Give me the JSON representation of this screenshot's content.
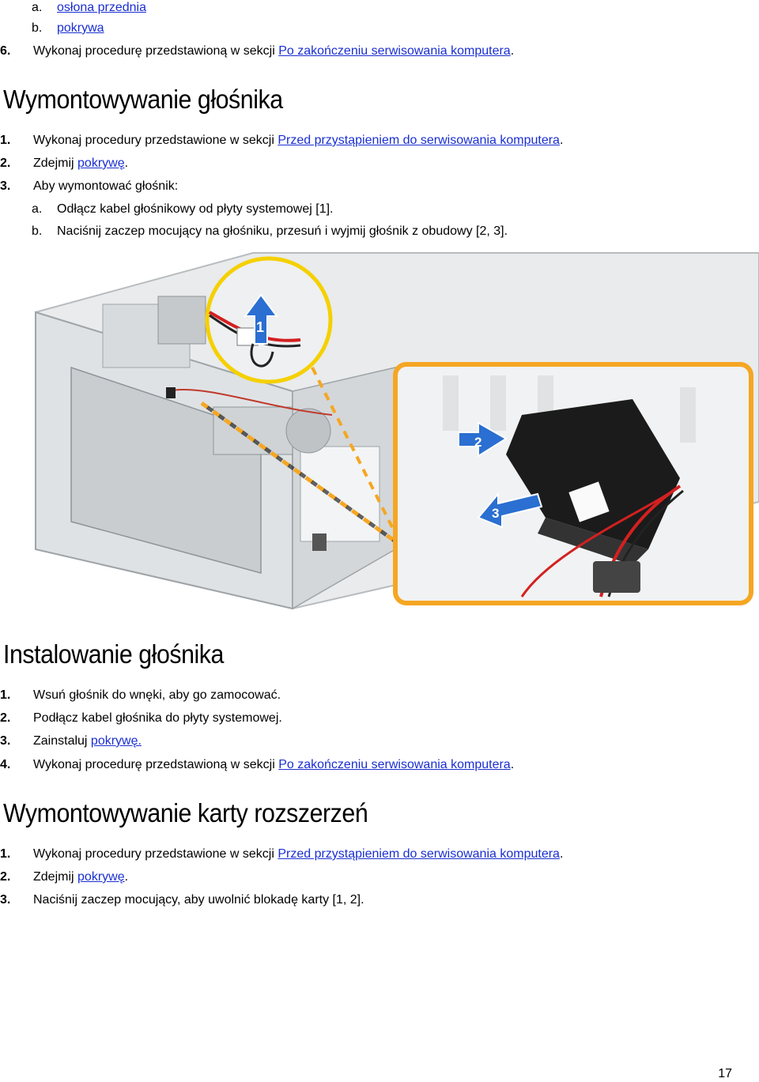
{
  "top_list": {
    "a_label": "a.",
    "a_link": "osłona przednia",
    "b_label": "b.",
    "b_link": "pokrywa",
    "step6_num": "6.",
    "step6_text": "Wykonaj procedurę przedstawioną w sekcji ",
    "step6_link": "Po zakończeniu serwisowania komputera",
    "step6_end": "."
  },
  "remove_speaker": {
    "heading": "Wymontowywanie głośnika",
    "s1_num": "1.",
    "s1_text": "Wykonaj procedury przedstawione w sekcji ",
    "s1_link": "Przed przystąpieniem do serwisowania komputera",
    "s1_end": ".",
    "s2_num": "2.",
    "s2_text": "Zdejmij ",
    "s2_link": "pokrywę",
    "s2_end": ".",
    "s3_num": "3.",
    "s3_text": "Aby wymontować głośnik:",
    "s3a_label": "a.",
    "s3a_text": "Odłącz kabel głośnikowy od płyty systemowej [1].",
    "s3b_label": "b.",
    "s3b_text": "Naciśnij zaczep mocujący na głośniku, przesuń i wyjmij głośnik z obudowy [2, 3]."
  },
  "figure": {
    "callout_1": "1",
    "callout_2": "2",
    "callout_3": "3",
    "accent_color": "#f5a623",
    "arrow_color": "#2a6fd1"
  },
  "install_speaker": {
    "heading": "Instalowanie głośnika",
    "s1_num": "1.",
    "s1_text": "Wsuń głośnik do wnęki, aby go zamocować.",
    "s2_num": "2.",
    "s2_text": "Podłącz kabel głośnika do płyty systemowej.",
    "s3_num": "3.",
    "s3_text": "Zainstaluj ",
    "s3_link": "pokrywę.",
    "s4_num": "4.",
    "s4_text": "Wykonaj procedurę przedstawioną w sekcji ",
    "s4_link": "Po zakończeniu serwisowania komputera",
    "s4_end": "."
  },
  "remove_card": {
    "heading": "Wymontowywanie karty rozszerzeń",
    "s1_num": "1.",
    "s1_text": "Wykonaj procedury przedstawione w sekcji ",
    "s1_link": "Przed przystąpieniem do serwisowania komputera",
    "s1_end": ".",
    "s2_num": "2.",
    "s2_text": "Zdejmij ",
    "s2_link": "pokrywę",
    "s2_end": ".",
    "s3_num": "3.",
    "s3_text": "Naciśnij zaczep mocujący, aby uwolnić blokadę karty [1, 2]."
  },
  "page_number": "17"
}
